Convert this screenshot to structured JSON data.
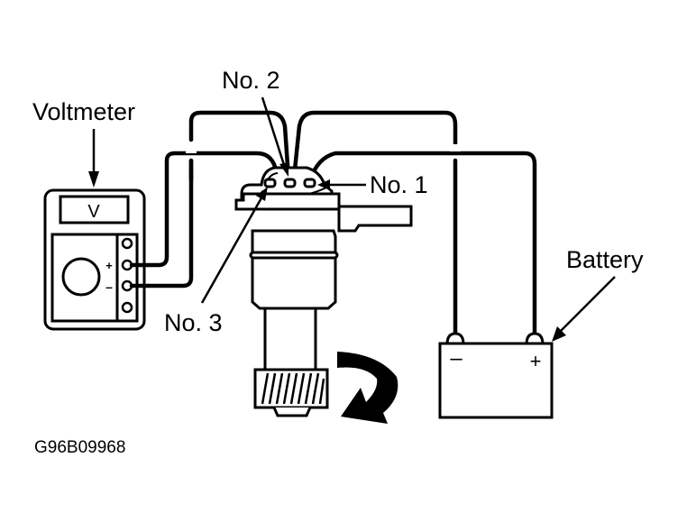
{
  "diagram": {
    "figure_code": "G96B09968",
    "labels": {
      "voltmeter": "Voltmeter",
      "voltmeter_display": "V",
      "voltmeter_plus": "+",
      "voltmeter_minus": "–",
      "terminal_no1": "No. 1",
      "terminal_no2": "No. 2",
      "terminal_no3": "No. 3",
      "battery": "Battery",
      "battery_negative": "–",
      "battery_positive": "+"
    },
    "components": [
      "voltmeter",
      "sensor-connector",
      "sensor-body",
      "drive-gear",
      "rotation-arrow",
      "battery"
    ],
    "connections": [
      {
        "from": "voltmeter +",
        "to": "No. 3"
      },
      {
        "from": "voltmeter –",
        "to": "No. 2"
      },
      {
        "from": "No. 2",
        "to": "battery –"
      },
      {
        "from": "No. 1",
        "to": "battery +"
      }
    ]
  }
}
